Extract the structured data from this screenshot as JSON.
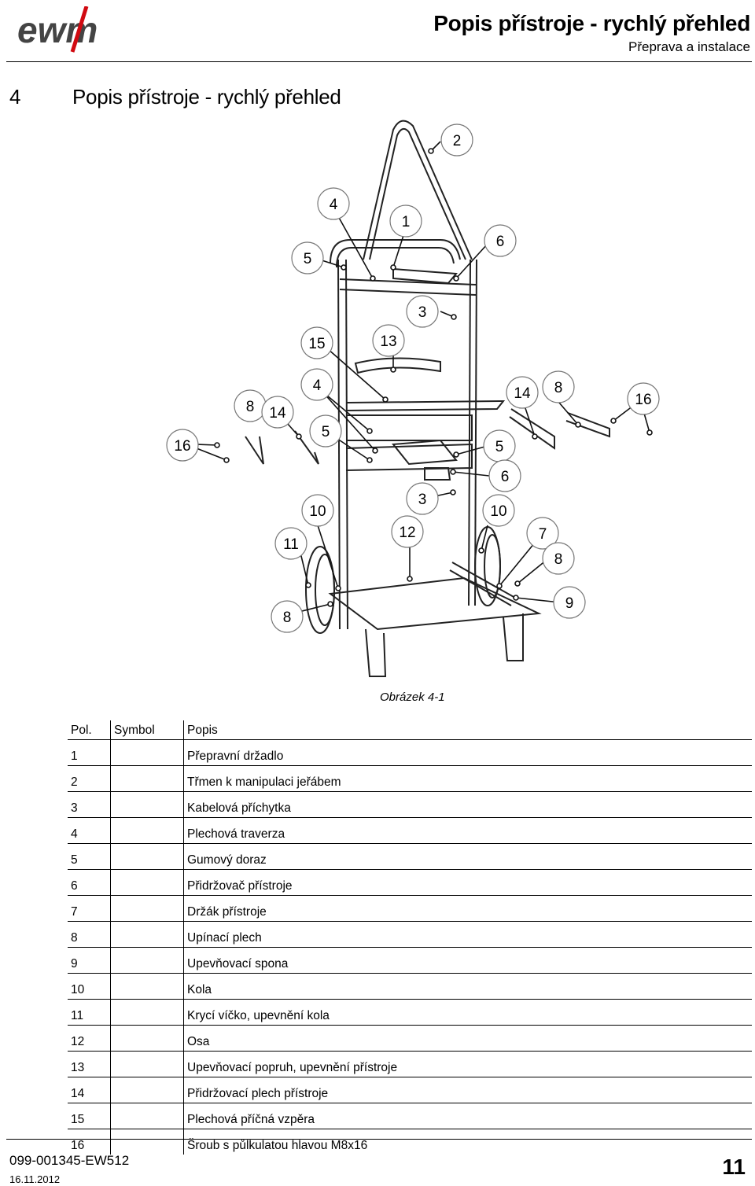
{
  "header": {
    "logo_text": "ewm",
    "title": "Popis přístroje - rychlý přehled",
    "subtitle": "Přeprava a instalace"
  },
  "section": {
    "number": "4",
    "title": "Popis přístroje - rychlý přehled"
  },
  "figure": {
    "caption": "Obrázek 4-1",
    "callouts": [
      "2",
      "4",
      "1",
      "5",
      "6",
      "3",
      "15",
      "13",
      "8",
      "14",
      "4",
      "16",
      "5",
      "14",
      "8",
      "16",
      "5",
      "6",
      "10",
      "3",
      "10",
      "11",
      "12",
      "7",
      "8",
      "8",
      "9"
    ]
  },
  "table": {
    "headers": [
      "Pol.",
      "Symbol",
      "Popis"
    ],
    "rows": [
      {
        "pos": "1",
        "symbol": "",
        "desc": "Přepravní držadlo"
      },
      {
        "pos": "2",
        "symbol": "",
        "desc": "Třmen k manipulaci jeřábem"
      },
      {
        "pos": "3",
        "symbol": "",
        "desc": "Kabelová příchytka"
      },
      {
        "pos": "4",
        "symbol": "",
        "desc": "Plechová traverza"
      },
      {
        "pos": "5",
        "symbol": "",
        "desc": "Gumový doraz"
      },
      {
        "pos": "6",
        "symbol": "",
        "desc": "Přidržovač přístroje"
      },
      {
        "pos": "7",
        "symbol": "",
        "desc": "Držák přístroje"
      },
      {
        "pos": "8",
        "symbol": "",
        "desc": "Upínací plech"
      },
      {
        "pos": "9",
        "symbol": "",
        "desc": "Upevňovací spona"
      },
      {
        "pos": "10",
        "symbol": "",
        "desc": "Kola"
      },
      {
        "pos": "11",
        "symbol": "",
        "desc": "Krycí víčko, upevnění kola"
      },
      {
        "pos": "12",
        "symbol": "",
        "desc": "Osa"
      },
      {
        "pos": "13",
        "symbol": "",
        "desc": "Upevňovací popruh, upevnění přístroje"
      },
      {
        "pos": "14",
        "symbol": "",
        "desc": "Přidržovací plech přístroje"
      },
      {
        "pos": "15",
        "symbol": "",
        "desc": "Plechová příčná vzpěra"
      },
      {
        "pos": "16",
        "symbol": "",
        "desc": "Šroub s půlkulatou hlavou M8x16"
      }
    ]
  },
  "footer": {
    "doc_number": "099-001345-EW512",
    "date": "16.11.2012",
    "page": "11"
  }
}
